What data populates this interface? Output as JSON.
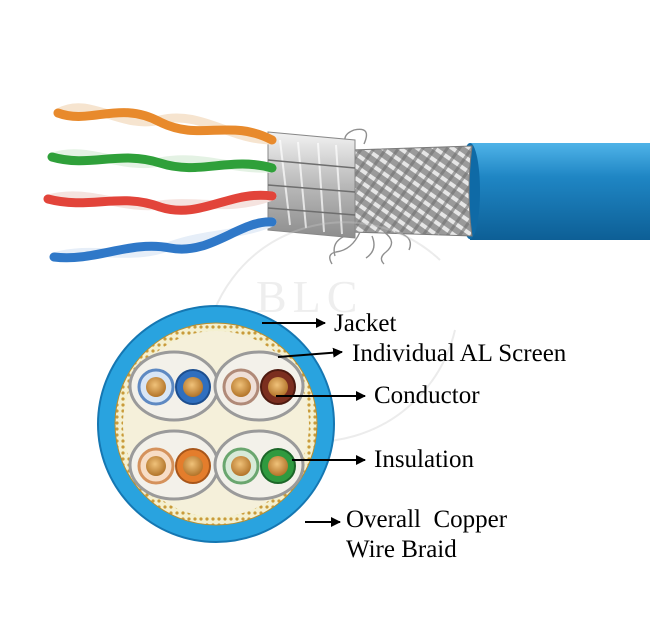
{
  "labels": {
    "jacket": "Jacket",
    "al_screen": "Individual AL Screen",
    "conductor": "Conductor",
    "insulation": "Insulation",
    "braid_line1": "Overall  Copper",
    "braid_line2": "Wire Braid"
  },
  "watermark": "BLC",
  "colors": {
    "jacket": "#1f86c4",
    "jacket_dark": "#0d5f96",
    "foil": "#c9c9c9",
    "braid": "#d7b770",
    "copper": "#c98a2f",
    "pair_blue": "#2f6fbf",
    "pair_brown": "#7b2e1f",
    "pair_orange": "#e47d2c",
    "pair_green": "#2f9a3f"
  }
}
